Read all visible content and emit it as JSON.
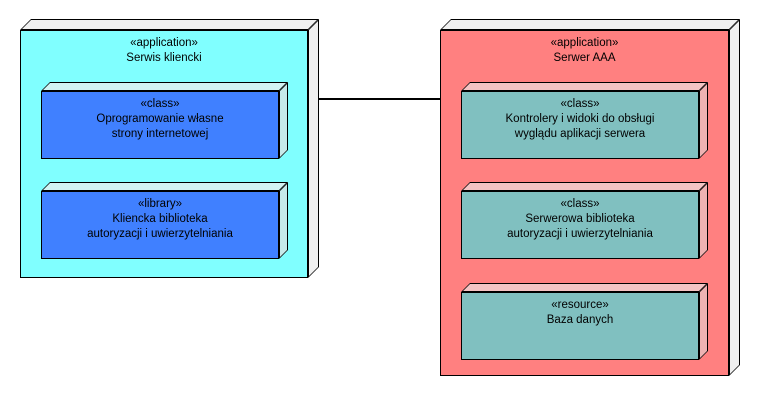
{
  "diagram": {
    "type": "uml-deployment-diagram",
    "colors": {
      "background": "#FFFFFF",
      "outline": "#000000",
      "connector": "#000000",
      "client_node_fill": "#80FFFF",
      "client_component_fill": "#4080FF",
      "client_component_top_fill": "#D2F4F4",
      "client_component_side_fill": "#C6EAEA",
      "server_node_fill": "#FF8080",
      "server_component_fill": "#80C0C0",
      "server_component_top_fill": "#F4C4C4",
      "server_component_side_fill": "#EEB2B2",
      "node_depth_fill": "#F0F0F0"
    },
    "nodes": {
      "client": {
        "stereotype": "«application»",
        "name": "Serwis kliencki",
        "children": [
          {
            "stereotype": "«class»",
            "lines": [
              "Oprogramowanie własne",
              "strony internetowej"
            ]
          },
          {
            "stereotype": "«library»",
            "lines": [
              "Kliencka biblioteka",
              "autoryzacji i uwierzytelniania"
            ]
          }
        ]
      },
      "server": {
        "stereotype": "«application»",
        "name": "Serwer AAA",
        "children": [
          {
            "stereotype": "«class»",
            "lines": [
              "Kontrolery i widoki do obsługi",
              "wyglądu aplikacji serwera"
            ]
          },
          {
            "stereotype": "«class»",
            "lines": [
              "Serwerowa biblioteka",
              "autoryzacji i uwierzytelniania"
            ]
          },
          {
            "stereotype": "«resource»",
            "lines": [
              "Baza danych"
            ]
          }
        ]
      }
    },
    "connector": {
      "from": "Serwis kliencki",
      "to": "Serwer AAA",
      "style": "solid"
    }
  }
}
